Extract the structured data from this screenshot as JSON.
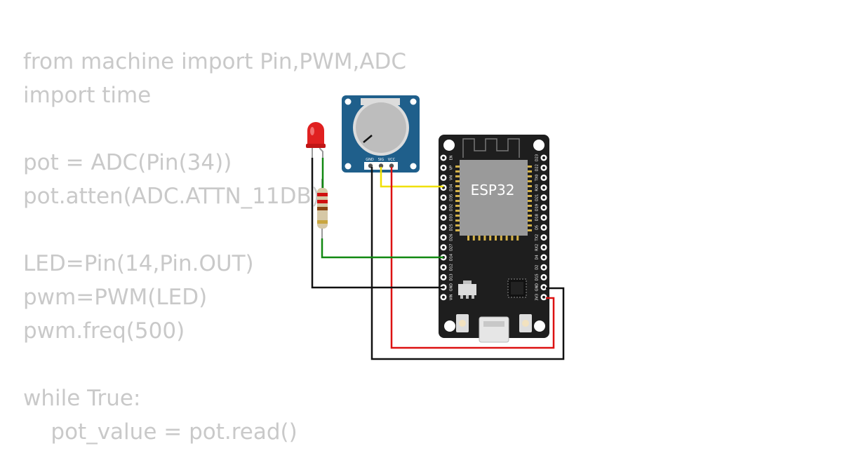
{
  "code": {
    "lines": [
      "from machine import Pin,PWM,ADC",
      "import time",
      "",
      "pot = ADC(Pin(34))",
      "pot.atten(ADC.ATTN_11DB)",
      "",
      "LED=Pin(14,Pin.OUT)",
      "pwm=PWM(LED)",
      "pwm.freq(500)",
      "",
      "while True:",
      "    pot_value = pot.read()"
    ]
  },
  "potentiometer": {
    "pins": [
      "GND",
      "SIG",
      "VCC"
    ]
  },
  "esp32": {
    "chip_label": "ESP32",
    "left_pins": [
      "EN",
      "VP",
      "VN",
      "D34",
      "D35",
      "D32",
      "D33",
      "D25",
      "D26",
      "D27",
      "D14",
      "D12",
      "D13",
      "GND",
      "VIN"
    ],
    "right_pins": [
      "D23",
      "D22",
      "TX0",
      "RX0",
      "D21",
      "D19",
      "D18",
      "D5",
      "TX2",
      "RX2",
      "D4",
      "D2",
      "D15",
      "GND",
      "3V3"
    ]
  },
  "colors": {
    "code_text": "#c9c9c9",
    "board": "#1e1e1e",
    "pot_board": "#1f5f8b",
    "led": "#e02020",
    "wire_yellow": "#f0e000",
    "wire_green": "#118811",
    "wire_red": "#dd1111",
    "wire_black": "#111111"
  }
}
